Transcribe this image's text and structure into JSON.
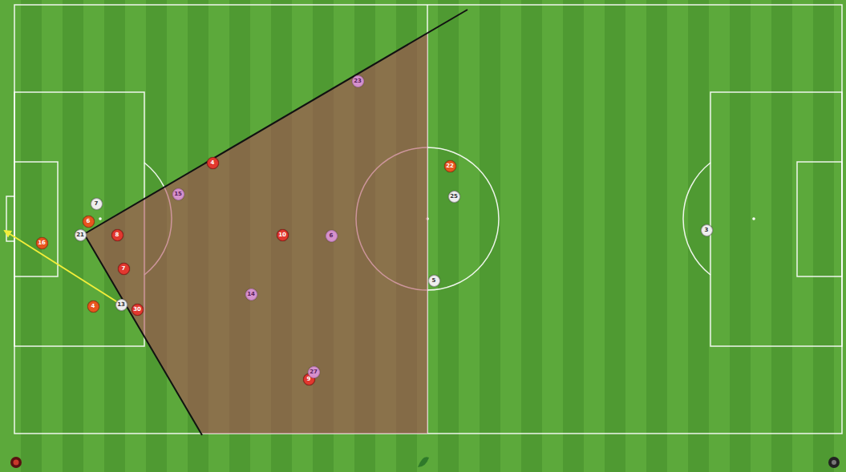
{
  "diagram": {
    "nodes": [
      {
        "text": [
          "23"
        ]
      },
      {
        "text": [
          "4"
        ]
      },
      {
        "text": [
          "22"
        ]
      },
      {
        "text": [
          "15"
        ]
      },
      {
        "text": [
          "25"
        ]
      },
      {
        "text": [
          "7"
        ]
      },
      {
        "text": [
          "6"
        ]
      },
      {
        "text": [
          "3"
        ]
      },
      {
        "text": [
          "21"
        ]
      },
      {
        "text": [
          "8"
        ]
      },
      {
        "text": [
          "10"
        ]
      },
      {
        "text": [
          "6"
        ]
      },
      {
        "text": [
          "16"
        ]
      },
      {
        "text": [
          "7"
        ]
      },
      {
        "text": [
          "5"
        ]
      },
      {
        "text": [
          "14"
        ]
      },
      {
        "text": [
          "13"
        ]
      },
      {
        "text": [
          "4"
        ]
      },
      {
        "text": [
          "30"
        ]
      },
      {
        "text": [
          "27"
        ]
      },
      {
        "text": [
          "9"
        ]
      }
    ]
  }
}
